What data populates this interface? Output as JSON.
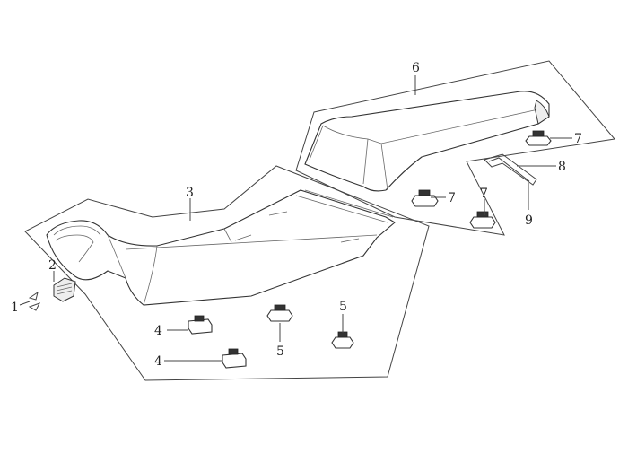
{
  "callouts": {
    "c1": "1",
    "c2": "2",
    "c3": "3",
    "c4a": "4",
    "c4b": "4",
    "c5a": "5",
    "c5b": "5",
    "c6": "6",
    "c7a": "7",
    "c7b": "7",
    "c7c": "7",
    "c8": "8",
    "c9": "9"
  },
  "colors": {
    "line": "#333333",
    "text": "#222222",
    "background": "#ffffff"
  }
}
